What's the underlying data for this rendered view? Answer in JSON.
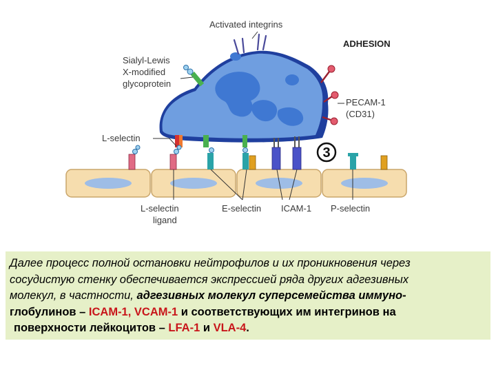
{
  "diagram": {
    "labels": {
      "activated_integrins": "Activated integrins",
      "adhesion": "ADHESION",
      "sialyl_1": "Sialyl-Lewis",
      "sialyl_2": "X-modified",
      "sialyl_3": "glycoprotein",
      "pecam_1": "PECAM-1",
      "pecam_2": "(CD31)",
      "l_selectin": "L-selectin",
      "step_number": "3",
      "l_selectin_ligand_1": "L-selectin",
      "l_selectin_ligand_2": "ligand",
      "e_selectin": "E-selectin",
      "icam_1": "ICAM-1",
      "p_selectin": "P-selectin"
    },
    "colors": {
      "cell_body": "#6f9ee0",
      "cell_edge": "#1f3f9e",
      "nucleus": "#3f78d2",
      "endothelium": "#f6ddae",
      "endothelium_edge": "#c9a56a",
      "endothelium_nucleus": "#9ebde6",
      "caption_bg": "#e6f0c8",
      "highlight": "#c8161b"
    }
  },
  "caption": {
    "l1": "Далее процесс полной остановки нейтрофилов и их проникновения через",
    "l2": "сосудистую стенку обеспечивается экспрессией ряда других адгезивных",
    "l3a": "молекул, в частности, ",
    "l3b": "адгезивных молекул суперсемейства иммуно-",
    "l4a": "глобулинов – ",
    "l4b": "ICAM-1, VCAM-1",
    "l4c": " и соответствующих им интегринов на",
    "l5a": "поверхности лейкоцитов – ",
    "l5b": "LFA-1",
    "l5c": " и ",
    "l5d": "VLA-4",
    "l5e": "."
  }
}
